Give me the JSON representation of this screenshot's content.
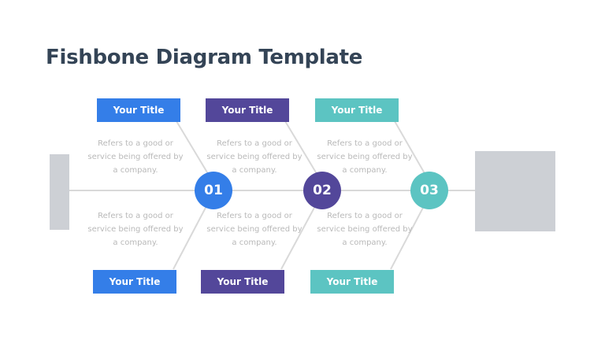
{
  "page": {
    "title": "Fishbone Diagram Template"
  },
  "colors": {
    "blue": "#347ee8",
    "purple": "#53479a",
    "teal": "#5cc4c2",
    "line": "#d9d9d9",
    "block": "#cdd0d5",
    "title": "#344456",
    "desc": "#b9b9b9"
  },
  "nodes": [
    {
      "label": "01",
      "color": "#347ee8"
    },
    {
      "label": "02",
      "color": "#53479a"
    },
    {
      "label": "03",
      "color": "#5cc4c2"
    }
  ],
  "top": [
    {
      "title": "Your Title",
      "desc": "Refers to a good or service being offered by a company."
    },
    {
      "title": "Your Title",
      "desc": "Refers to a good or service being offered by a company."
    },
    {
      "title": "Your Title",
      "desc": "Refers to a good or service being offered by a company."
    }
  ],
  "bottom": [
    {
      "title": "Your Title",
      "desc": "Refers to a good or service being offered by a company."
    },
    {
      "title": "Your Title",
      "desc": "Refers to a good or service being offered by a company."
    },
    {
      "title": "Your Title",
      "desc": "Refers to a good or service being offered by a company."
    }
  ]
}
